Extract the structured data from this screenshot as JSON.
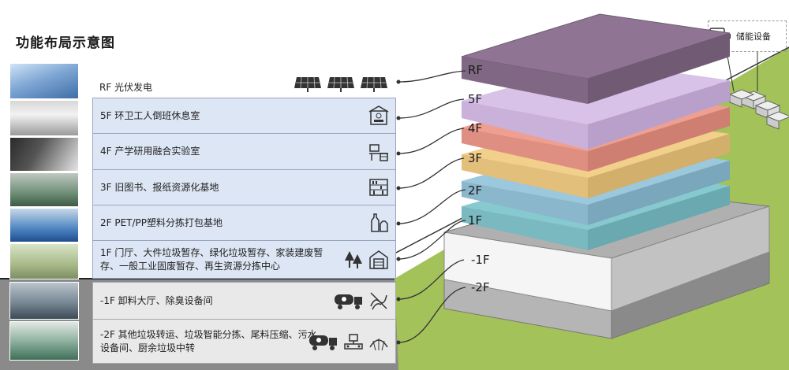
{
  "title": "功能布局示意图",
  "storage_label": "储能设备",
  "rf": {
    "label": "RF 光伏发电",
    "tag": "RF"
  },
  "floors": [
    {
      "tag": "5F",
      "text": "5F 环卫工人倒班休息室",
      "icons": [
        "building-icon"
      ],
      "color": "#d8c2e8"
    },
    {
      "tag": "4F",
      "text": "4F 产学研用融合实验室",
      "icons": [
        "lab-desk-icon"
      ],
      "color": "#ef9f91"
    },
    {
      "tag": "3F",
      "text": "3F 旧图书、报纸资源化基地",
      "icons": [
        "bookshelf-icon"
      ],
      "color": "#f2cf8a"
    },
    {
      "tag": "2F",
      "text": "2F PET/PP塑料分拣打包基地",
      "icons": [
        "bottles-icon"
      ],
      "color": "#9bc8dc"
    },
    {
      "tag": "1F",
      "text": "1F 门厅、大件垃圾暂存、绿化垃圾暂存、家装建废暂存、一般工业固废暂存、再生资源分拣中心",
      "icons": [
        "trees-icon",
        "warehouse-icon"
      ],
      "color": "#a6dde3"
    },
    {
      "tag": "-1F",
      "text": "-1F 卸料大厅、除臭设备间",
      "icons": [
        "tanker-truck-icon",
        "deodorize-icon"
      ],
      "color": "#f4f4f4"
    },
    {
      "tag": "-2F",
      "text": "-2F 其他垃圾转运、垃圾智能分拣、尾料压缩、污水设备间、厨余垃圾中转",
      "icons": [
        "tanker-truck-icon",
        "sorting-machine-icon",
        "sewage-icon"
      ],
      "color": "#bdbdbd"
    }
  ],
  "colors": {
    "ground": "#a3c25a",
    "roof": "#8f7593",
    "upper_panel": "#dde6f4",
    "lower_panel": "#e9e9e9"
  }
}
